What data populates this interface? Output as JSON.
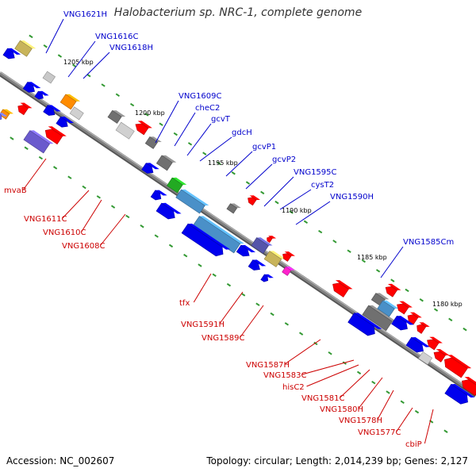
{
  "title": "Halobacterium sp. NRC-1, complete genome",
  "footer": {
    "accession": "Accession: NC_002607",
    "topology": "Topology: circular; Length: 2,014,239 bp; Genes: 2,127"
  },
  "colors": {
    "forward_label": "#0000cc",
    "reverse_label": "#cc0000",
    "backbone": "#808080",
    "tick": "#339933"
  },
  "scale_labels": [
    "1205 kbp",
    "1200 kbp",
    "1195 kbp",
    "1190 kbp",
    "1185 kbp",
    "1180 kbp"
  ],
  "forward_genes": [
    "VNG1621H",
    "VNG1616C",
    "VNG1618H",
    "VNG1609C",
    "cheC2",
    "gcvT",
    "gdcH",
    "gcvP1",
    "gcvP2",
    "VNG1595C",
    "cysT2",
    "VNG1590H",
    "VNG1585Cm"
  ],
  "reverse_genes": [
    "mvaB",
    "VNG1611C",
    "VNG1610C",
    "VNG1608C",
    "tfx",
    "VNG1591H",
    "VNG1589C",
    "VNG1587H",
    "VNG1583C",
    "hisC2",
    "VNG1581C",
    "VNG1580H",
    "VNG1578H",
    "VNG1577C",
    "cbiP"
  ]
}
